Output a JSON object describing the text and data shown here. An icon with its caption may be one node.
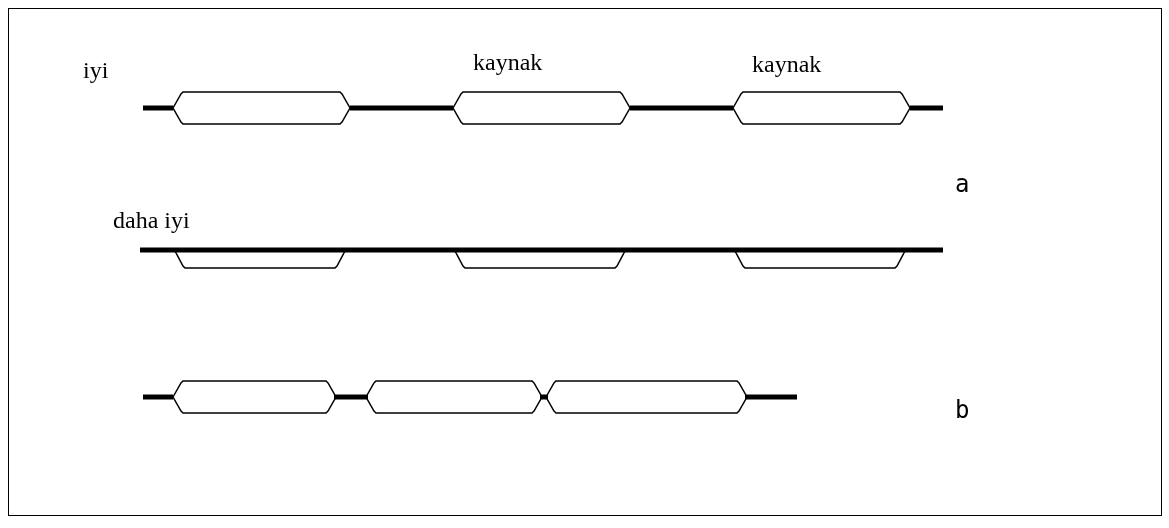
{
  "diagram": {
    "labels": [
      "iyi",
      "kaynak",
      "kaynak",
      "a",
      "daha iyi",
      "b"
    ]
  }
}
